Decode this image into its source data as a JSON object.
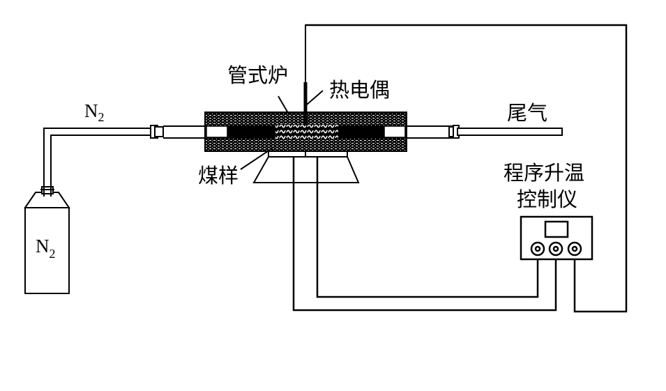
{
  "diagram": {
    "title": "Coal sample pyrolysis apparatus",
    "labels": {
      "gas_line": {
        "main": "N",
        "sub": "2"
      },
      "cylinder": {
        "main": "N",
        "sub": "2"
      },
      "tube_furnace": "管式炉",
      "thermocouple": "热电偶",
      "exhaust": "尾气",
      "coal_sample": "煤样",
      "controller_line1": "程序升温",
      "controller_line2": "控制仪"
    },
    "components": [
      {
        "id": "n2-cylinder",
        "name": "N2 gas cylinder"
      },
      {
        "id": "gas-inlet-pipe",
        "name": "N2 inlet pipe"
      },
      {
        "id": "tube-furnace",
        "name": "Tube furnace"
      },
      {
        "id": "coal-sample",
        "name": "Coal sample"
      },
      {
        "id": "thermocouple",
        "name": "Thermocouple"
      },
      {
        "id": "furnace-stand",
        "name": "Furnace stand"
      },
      {
        "id": "exhaust-pipe",
        "name": "Exhaust pipe"
      },
      {
        "id": "temperature-controller",
        "name": "Programmed temperature controller"
      }
    ],
    "colors": {
      "line": "#000000",
      "background": "#ffffff"
    }
  }
}
